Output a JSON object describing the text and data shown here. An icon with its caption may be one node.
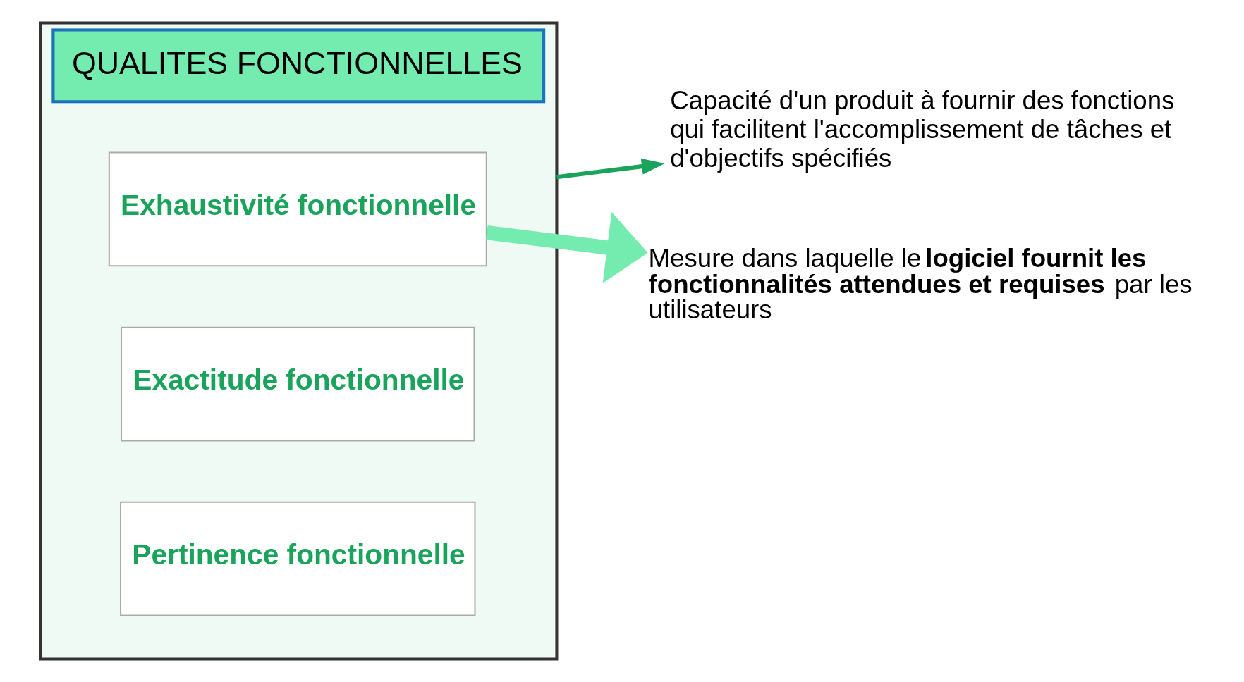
{
  "diagram": {
    "nodes": [
      {
        "text": [
          "QUALITES FONCTIONNELLES"
        ]
      },
      {
        "text": [
          "Exhaustivité fonctionnelle"
        ],
        "in": 0
      },
      {
        "text": [
          "Exactitude fonctionnelle"
        ],
        "in": 0
      },
      {
        "text": [
          "Pertinence fonctionnelle"
        ],
        "in": 0
      },
      {
        "text": [
          "Capacité d'un produit à fournir des fonctions qui facilitent l'accomplissement de tâches et d'objectifs spécifiés"
        ]
      },
      {
        "text": [
          "Mesure dans laquelle le **logiciel fournit les fonctionnalités attendues et requises** par les utilisateurs"
        ]
      }
    ],
    "edges": [
      {
        "from": 0,
        "to": 4,
        "arrow": "to",
        "color": "#1aa35a"
      },
      {
        "from": 1,
        "to": 5,
        "arrow": "to",
        "style": "thick",
        "color": "#74ecb0"
      }
    ]
  }
}
